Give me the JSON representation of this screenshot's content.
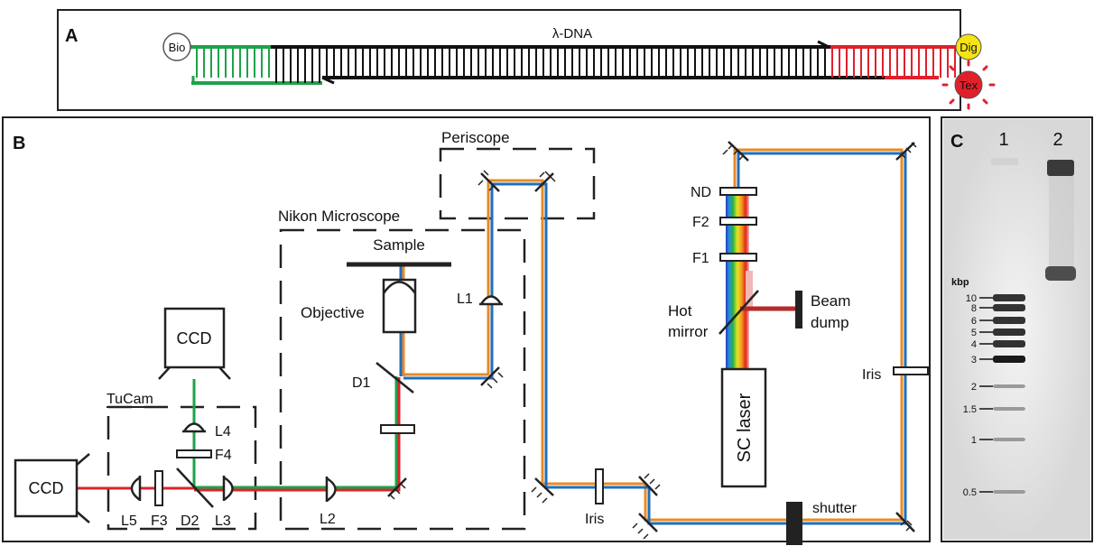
{
  "panel_a": {
    "label": "A",
    "dna_label": "λ-DNA",
    "bio_label": "Bio",
    "dig_label": "Dig",
    "tex_label": "Tex"
  },
  "panel_b": {
    "label": "B",
    "periscope": "Periscope",
    "nikon": "Nikon Microscope",
    "sample": "Sample",
    "objective": "Objective",
    "l1": "L1",
    "d1": "D1",
    "ccd_top": "CCD",
    "ccd_left": "CCD",
    "tucam": "TuCam",
    "l4": "L4",
    "f4": "F4",
    "l5": "L5",
    "f3": "F3",
    "d2": "D2",
    "l3": "L3",
    "l2": "L2",
    "nd": "ND",
    "f2": "F2",
    "f1": "F1",
    "hot_mirror_1": "Hot",
    "hot_mirror_2": "mirror",
    "beam_dump_1": "Beam",
    "beam_dump_2": "dump",
    "sc_laser": "SC laser",
    "iris_right": "Iris",
    "iris_bottom": "Iris",
    "shutter": "shutter"
  },
  "panel_c": {
    "label": "C",
    "lane_1": "1",
    "lane_2": "2",
    "unit": "kbp",
    "ladder": [
      "10",
      "8",
      "6",
      "5",
      "4",
      "3",
      "2",
      "1.5",
      "1",
      "0.5"
    ]
  },
  "colors": {
    "green": "#1ea24a",
    "red": "#e0212b",
    "blue": "#1f6fbe",
    "orange": "#e88b25",
    "dark_red": "#b52a2a",
    "yellow": "#f5e313"
  }
}
